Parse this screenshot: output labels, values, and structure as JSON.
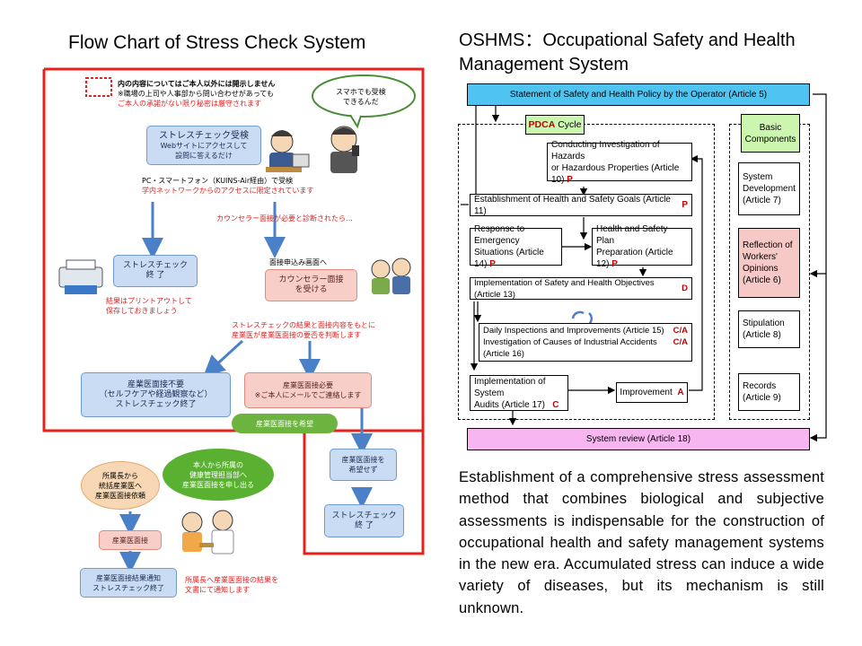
{
  "left": {
    "title": "Flow Chart of Stress Check System",
    "privacy_lines": [
      "内の内容についてはご本人以外には開示しません",
      "※職場の上司や人事部から問い合わせがあっても",
      "ご本人の承諾がない限り秘密は厳守されます"
    ],
    "bubble": [
      "スマホでも受検",
      "できるんだ"
    ],
    "check_box": [
      "ストレスチェック受検",
      "Webサイトにアクセスして",
      "設問に答えるだけ"
    ],
    "access_note": [
      "PC・スマートフォン（KUINS-Air経由）で受検",
      "学内ネットワークからのアクセスに限定されています"
    ],
    "counselor_note": "カウンセラー面接が必要と診断されたら…",
    "complete_box": [
      "ストレスチェック",
      "終 了"
    ],
    "print_note": [
      "結果はプリントアウトして",
      "保存しておきましょう"
    ],
    "interview_screen": "面接申込み画面へ",
    "counselor_box": [
      "カウンセラー面接",
      "を受ける"
    ],
    "doctor_judgement": [
      "ストレスチェックの結果と面接内容をもとに",
      "産業医が産業医面接の要否を判断します"
    ],
    "not_required_box": [
      "産業医面接不要",
      "（セルフケアや経過観察など）",
      "ストレスチェック終了"
    ],
    "required_box": [
      "産業医面接必要",
      "※ご本人にメールでご連絡します"
    ],
    "wish_label": "産業医面接を希望",
    "nowish_label": [
      "産業医面接を",
      "希望せず"
    ],
    "final_complete": [
      "ストレスチェック",
      "終 了"
    ],
    "department_head": [
      "所属長から",
      "統括産業医へ",
      "産業医面接依頼"
    ],
    "self_request": [
      "本人から所属の",
      "健康管理担当部へ",
      "産業医面接を申し出る"
    ],
    "doctor_interview": "産業医面接",
    "result_notice": [
      "産業医面接結果通知",
      "ストレスチェック終了"
    ],
    "report_note": [
      "所属長へ産業医面接の結果を",
      "文書にて通知します"
    ]
  },
  "right": {
    "title_lines": [
      "OSHMS：Occupational Safety and Health",
      "Management System"
    ],
    "policy": "Statement of Safety and Health Policy by the Operator (Article 5)",
    "pdca_label": "PDCA Cycle",
    "pdca_prefix": "PDCA",
    "pdca_suffix": " Cycle",
    "basic_components": [
      "Basic",
      "Components"
    ],
    "investigation": [
      "Conducting Investigation of Hazards",
      "or Hazardous Properties (Article 10)"
    ],
    "investigation_tag": "P",
    "goals": "Establishment of Health and Safety Goals (Article 11)",
    "goals_tag": "P",
    "emergency": [
      "Response to Emergency",
      "Situations (Article 14)"
    ],
    "emergency_tag": "P",
    "plan": [
      "Health and Safety Plan",
      "Preparation (Article 12)"
    ],
    "plan_tag": "P",
    "implementation": "Implementation of Safety and Health Objectives (Article 13)",
    "implementation_tag": "D",
    "inspections": "Daily Inspections and Improvements (Article 15)",
    "inspections_tag": "C/A",
    "accidents": "Investigation of Causes of Industrial Accidents (Article 16)",
    "accidents_tag": "C/A",
    "audits": [
      "Implementation of System",
      "Audits (Article 17)"
    ],
    "audits_tag": "C",
    "improvement": "Improvement",
    "improvement_tag": "A",
    "system_dev": [
      "System",
      "Development",
      "(Article 7)"
    ],
    "reflection": [
      "Reflection of",
      "Workers'",
      "Opinions",
      "(Article 6)"
    ],
    "stipulation": [
      "Stipulation",
      "(Article 8)"
    ],
    "records": [
      "Records",
      "(Article 9)"
    ],
    "review": "System review (Article 18)",
    "paragraph": "Establishment of a comprehensive stress assessment method that combines biological and subjective assessments is indispensable for the construction of occupational health and safety management systems in the new era. Accumulated stress can induce a wide variety of diseases, but its mechanism is still unknown."
  },
  "colors": {
    "frame_red": "#e8201c",
    "arrow_blue": "#4a80c8",
    "box_blue": "#c9dcf3",
    "box_pink": "#f7cfc8",
    "green_label": "#6cb33f",
    "policy_cyan": "#4fc4f0",
    "review_pink": "#f7b6f0",
    "pdca_green": "#ccf5b0",
    "reflection_pink": "#f6c9c6"
  }
}
